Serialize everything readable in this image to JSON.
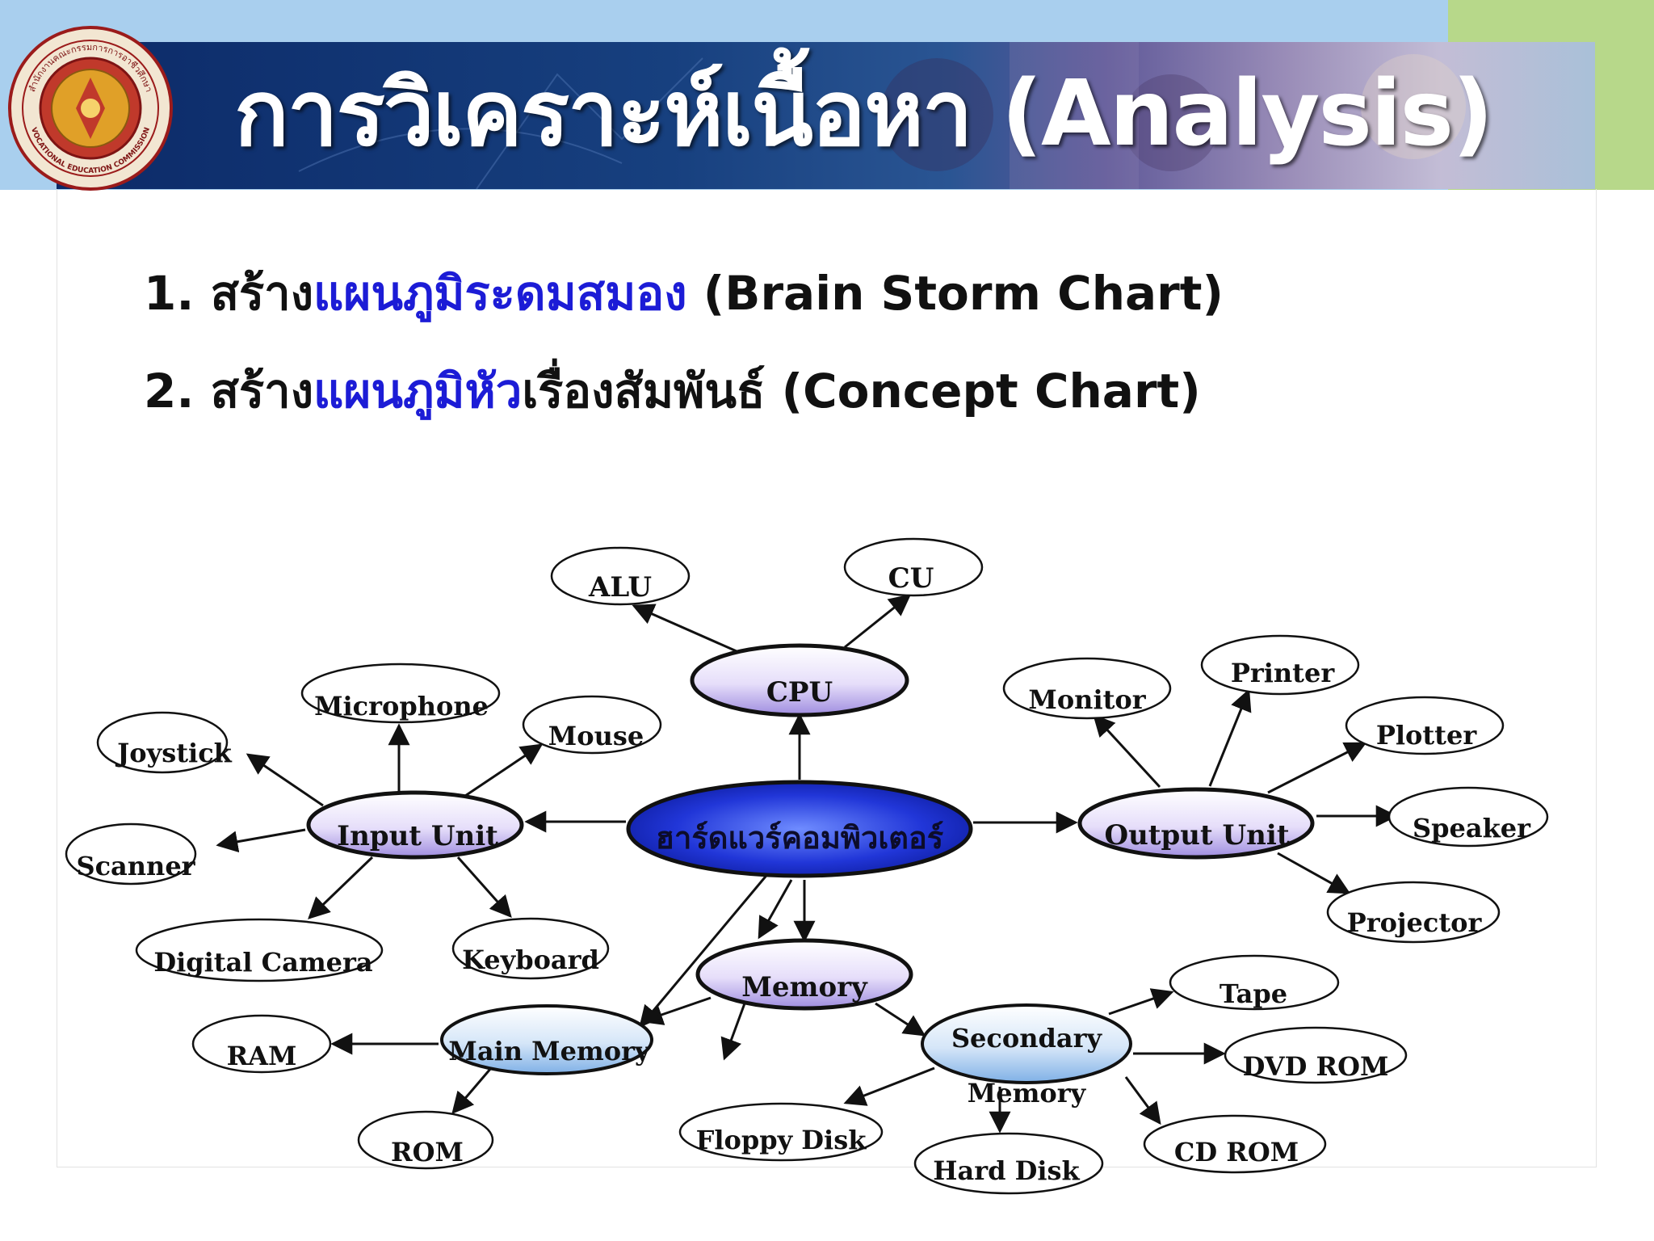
{
  "header": {
    "title": "การวิเคราะห์เนื้อหา (Analysis)",
    "logo_icon": "vocational-education-commission-seal-icon",
    "logo_text_top": "สำนักงานคณะกรรมการการอาชีวศึกษา",
    "logo_text_bottom": "VOCATIONAL EDUCATION COMMISSION"
  },
  "points": [
    {
      "number": "1.",
      "prefix": "สร้าง",
      "highlight": "แผนภูมิระดมสมอง",
      "suffix": "",
      "english": "(Brain Storm Chart)"
    },
    {
      "number": "2.",
      "prefix": "สร้าง",
      "highlight": "แผนภูมิหัว",
      "suffix": "เรื่องสัมพันธ์",
      "english": "(Concept Chart)"
    }
  ],
  "colors": {
    "highlight": "#1c1cd6",
    "hub_fill": "#1f2fd8",
    "branch_fill": "#d2c6f4",
    "memory_fill": "#b7d3f2",
    "outline": "#111111"
  },
  "diagram": {
    "center": "ฮาร์ดแวร์คอมพิวเตอร์",
    "nodes": {
      "cpu": "CPU",
      "alu": "ALU",
      "cu": "CU",
      "input_unit": "Input Unit",
      "joystick": "Joystick",
      "microphone": "Microphone",
      "mouse": "Mouse",
      "scanner": "Scanner",
      "digital_camera": "Digital Camera",
      "keyboard": "Keyboard",
      "output_unit": "Output Unit",
      "monitor": "Monitor",
      "printer": "Printer",
      "plotter": "Plotter",
      "speaker": "Speaker",
      "projector": "Projector",
      "memory": "Memory",
      "main_memory": "Main Memory",
      "ram": "RAM",
      "rom": "ROM",
      "secondary_memory_line1": "Secondary",
      "secondary_memory_line2": "Memory",
      "floppy_disk": "Floppy Disk",
      "hard_disk": "Hard Disk",
      "tape": "Tape",
      "dvd_rom": "DVD ROM",
      "cd_rom": "CD ROM"
    }
  }
}
